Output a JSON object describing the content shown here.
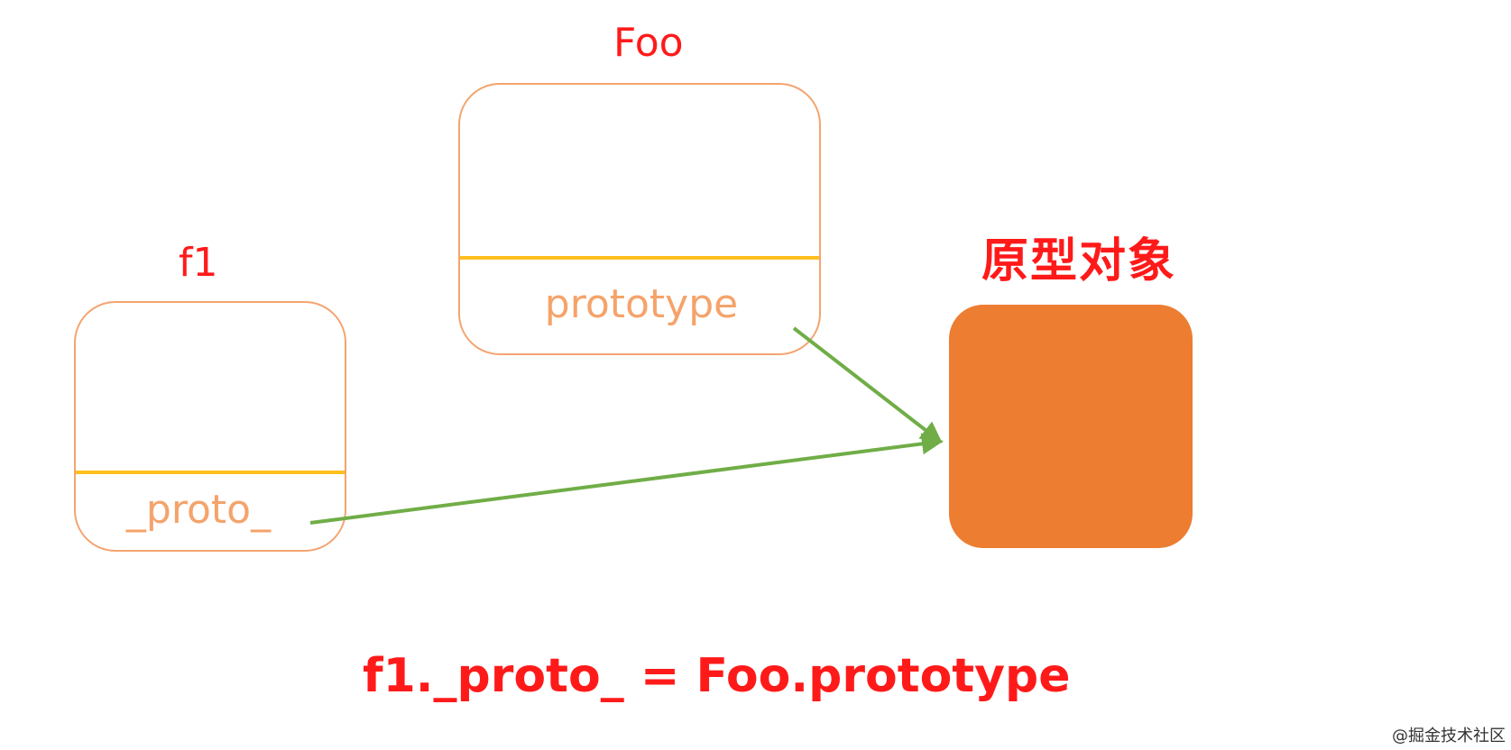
{
  "constructor": {
    "name": "Foo",
    "field": "prototype"
  },
  "instance": {
    "name": "f1",
    "field": "_proto_"
  },
  "prototype_object": {
    "label": "原型对象",
    "color": "#ed7d31"
  },
  "formula": "f1._proto_ = Foo.prototype",
  "watermark": "@掘金技术社区",
  "colors": {
    "label": "#ff1a1a",
    "box_border": "#f4a46f",
    "divider": "#ffbf1f",
    "field_text": "#f5a36a",
    "arrow": "#70ad47"
  }
}
